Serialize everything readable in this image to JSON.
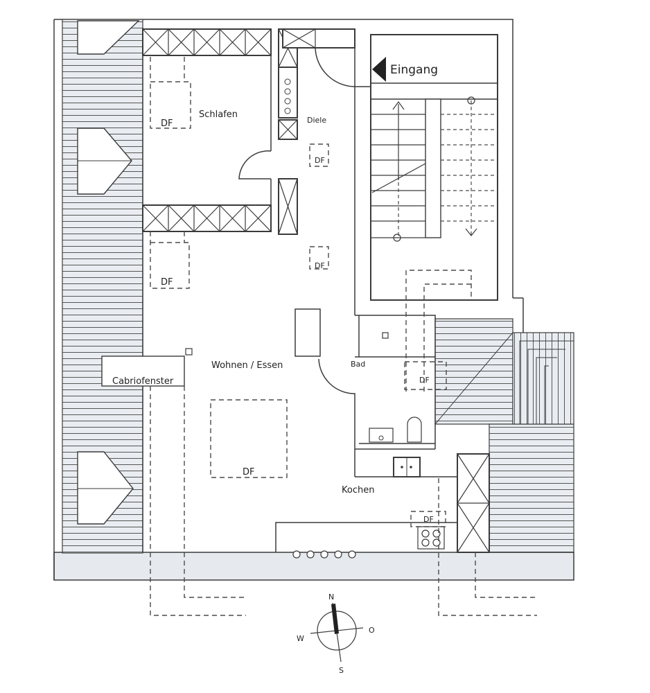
{
  "labels": {
    "entrance": "Eingang",
    "bedroom": "Schlafen",
    "hall": "Diele",
    "living": "Wohnen / Essen",
    "bath": "Bad",
    "kitchen": "Kochen",
    "cabrio_window": "Cabriofenster",
    "roof_window": "DF"
  },
  "compass": {
    "north": "N",
    "south": "S",
    "west": "W",
    "east": "O"
  },
  "colors": {
    "line": "#3a3a3a",
    "roof_fill": "#e6eaee",
    "hatch": "#555555"
  }
}
